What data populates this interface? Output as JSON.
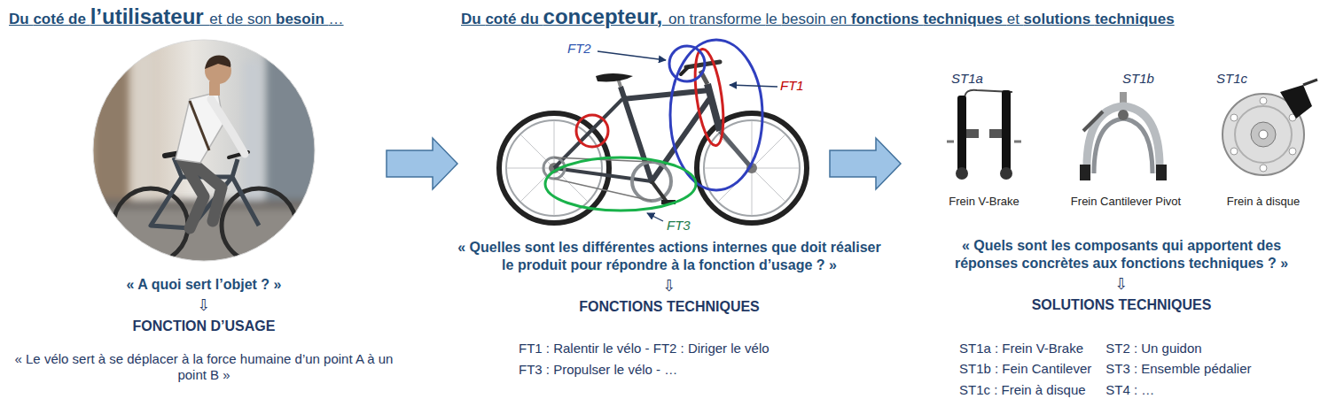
{
  "diagram": {
    "labels": [
      "Du coté de l’utilisateur et de son besoin …",
      "Du coté du concepteur, on transforme le besoin en fonctions techniques et solutions techniques",
      "« A quoi sert l’objet ? »",
      "⇩",
      "FONCTION D’USAGE",
      "« Le vélo sert à se déplacer à la force humaine d’un point A à un point B »",
      "FT2",
      "FT1",
      "FT3",
      "« Quelles sont les différentes actions internes que doit réaliser le produit pour répondre à la fonction d’usage ? »",
      "⇩",
      "FONCTIONS TECHNIQUES",
      "FT1 : Ralentir le vélo - FT2 : Diriger le vélo",
      "FT3 : Propulser le vélo - …",
      "ST1a",
      "ST1b",
      "ST1c",
      "Frein V-Brake",
      "Frein Cantilever Pivot",
      "Frein à disque",
      "« Quels sont les composants qui apportent des réponses concrètes aux fonctions techniques ? »",
      "⇩",
      "SOLUTIONS TECHNIQUES",
      "ST1a : Frein V-Brake",
      "ST2 : Un guidon",
      "ST1b : Fein Cantilever",
      "ST3 : Ensemble pédalier",
      "ST1c : Frein à disque",
      "ST4 : …"
    ]
  }
}
